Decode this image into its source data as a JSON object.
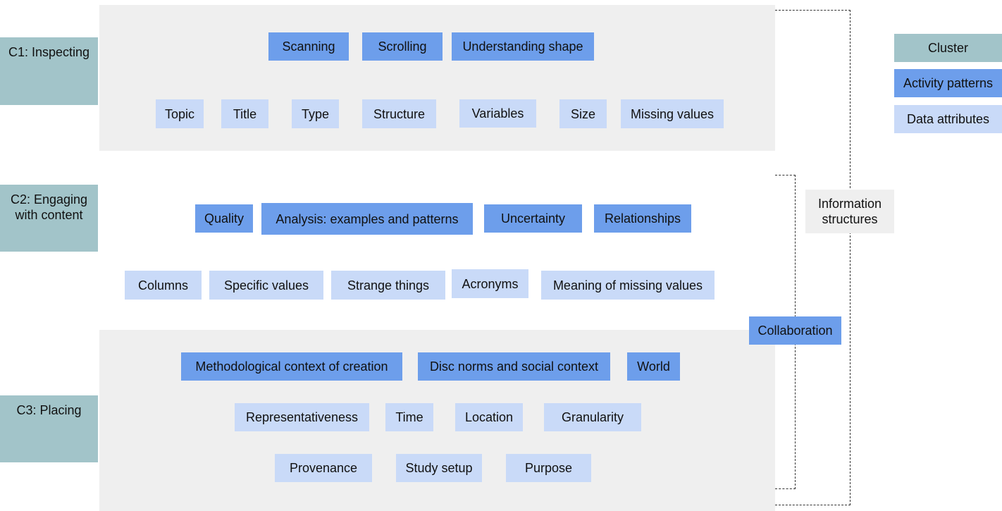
{
  "clusters": {
    "c1": "C1: Inspecting",
    "c2": "C2: Engaging\nwith content",
    "c3": "C3: Placing"
  },
  "c1": {
    "activities": [
      "Scanning",
      "Scrolling",
      "Understanding shape"
    ],
    "attributes": [
      "Topic",
      "Title",
      "Type",
      "Structure",
      "Variables",
      "Size",
      "Missing values"
    ]
  },
  "c2": {
    "activities": [
      "Quality",
      "Analysis: examples and patterns",
      "Uncertainty",
      "Relationships"
    ],
    "attributes": [
      "Columns",
      "Specific values",
      "Strange things",
      "Acronyms",
      "Meaning of missing values"
    ]
  },
  "c3": {
    "activities": [
      "Methodological context of creation",
      "Disc norms and social context",
      "World"
    ],
    "attributes_row1": [
      "Representativeness",
      "Time",
      "Location",
      "Granularity"
    ],
    "attributes_row2": [
      "Provenance",
      "Study setup",
      "Purpose"
    ]
  },
  "collaboration": "Collaboration",
  "information_structures": "Information\nstructures",
  "legend": {
    "cluster": "Cluster",
    "activity": "Activity patterns",
    "attribute": "Data attributes"
  },
  "colors": {
    "cluster": "#a2c4c9",
    "activity": "#6d9eeb",
    "attribute": "#c9daf8",
    "band": "#efefef"
  }
}
